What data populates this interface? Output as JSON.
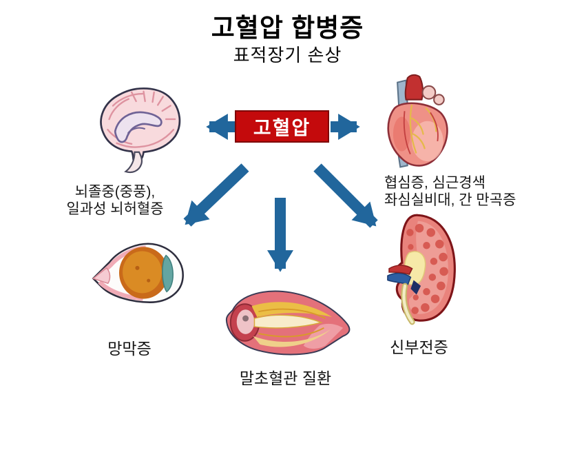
{
  "title": "고혈압 합병증",
  "subtitle": "표적장기 손상",
  "center": {
    "label": "고혈압",
    "bg_color": "#C40A0C",
    "border_color": "#7E0708",
    "text_color": "#FFFFFF"
  },
  "arrow_color": "#21669C",
  "organs": {
    "brain": {
      "icon": "brain-icon",
      "caption_lines": [
        "뇌졸중(중풍),",
        "일과성 뇌허혈증"
      ]
    },
    "heart": {
      "icon": "heart-icon",
      "caption_lines": [
        "협심증, 심근경색",
        "좌심실비대, 간 만곡증"
      ]
    },
    "eye": {
      "icon": "eye-icon",
      "label": "망막증"
    },
    "vessel": {
      "icon": "blood-vessel-icon",
      "label": "말초혈관 질환"
    },
    "kidney": {
      "icon": "kidney-icon",
      "label": "신부전증"
    }
  }
}
